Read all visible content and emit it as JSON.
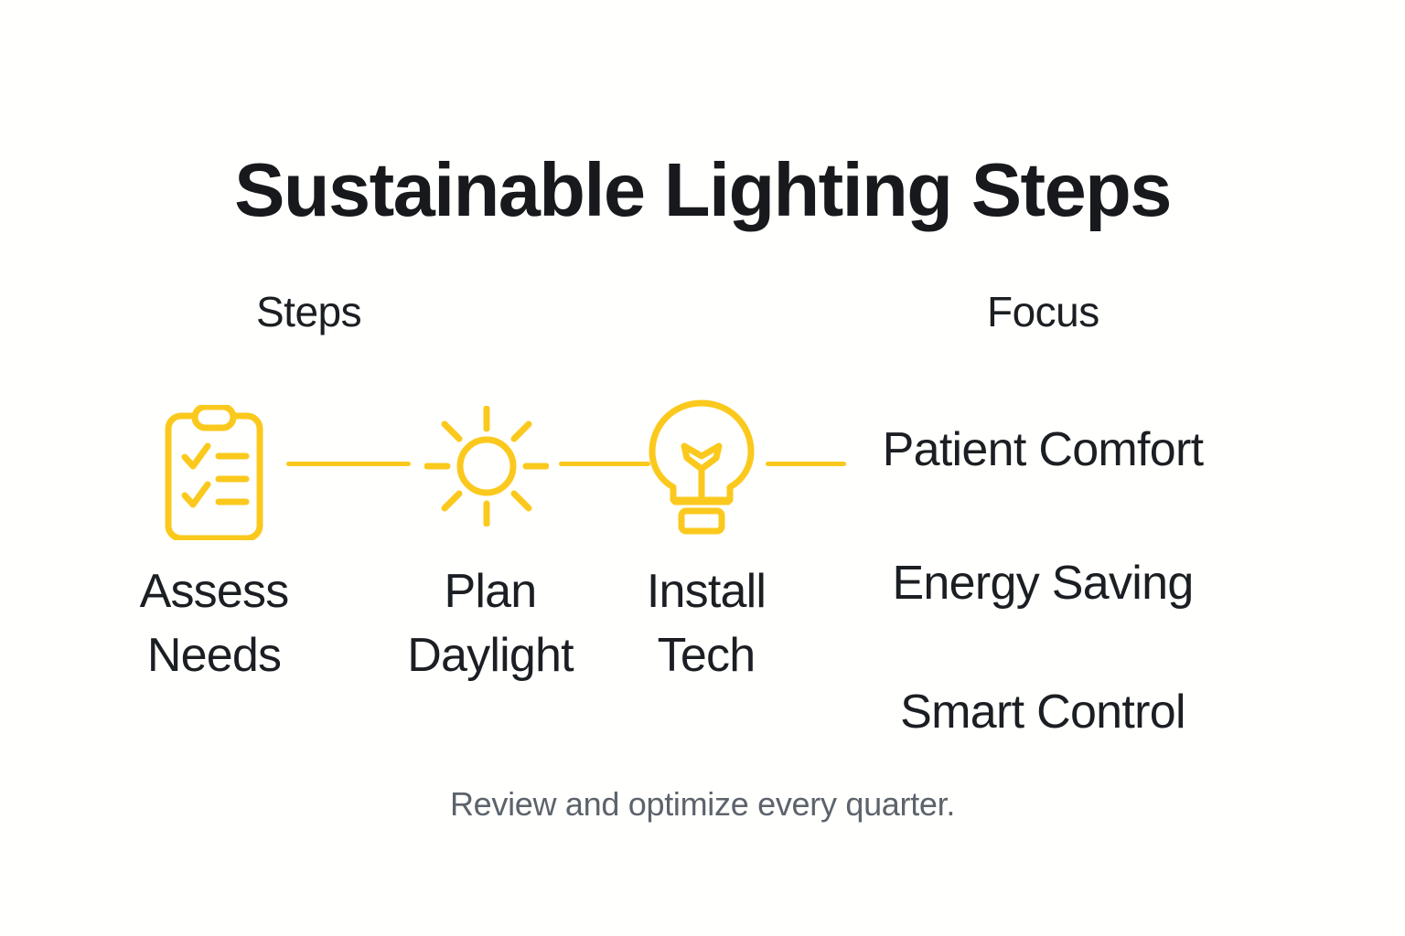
{
  "title": "Sustainable Lighting Steps",
  "columns": {
    "steps_header": "Steps",
    "focus_header": "Focus"
  },
  "steps": [
    {
      "label": "Assess\nNeeds",
      "icon": "clipboard-checklist-icon"
    },
    {
      "label": "Plan\nDaylight",
      "icon": "sun-icon"
    },
    {
      "label": "Install\nTech",
      "icon": "lightbulb-icon"
    }
  ],
  "focus_items": [
    "Patient Comfort",
    "Energy Saving",
    "Smart Control"
  ],
  "footer_note": "Review and optimize every quarter.",
  "colors": {
    "background": "#fffffd",
    "accent": "#fbc91d",
    "text": "#1b1e22",
    "title": "#17191d",
    "muted": "#5c636b"
  }
}
